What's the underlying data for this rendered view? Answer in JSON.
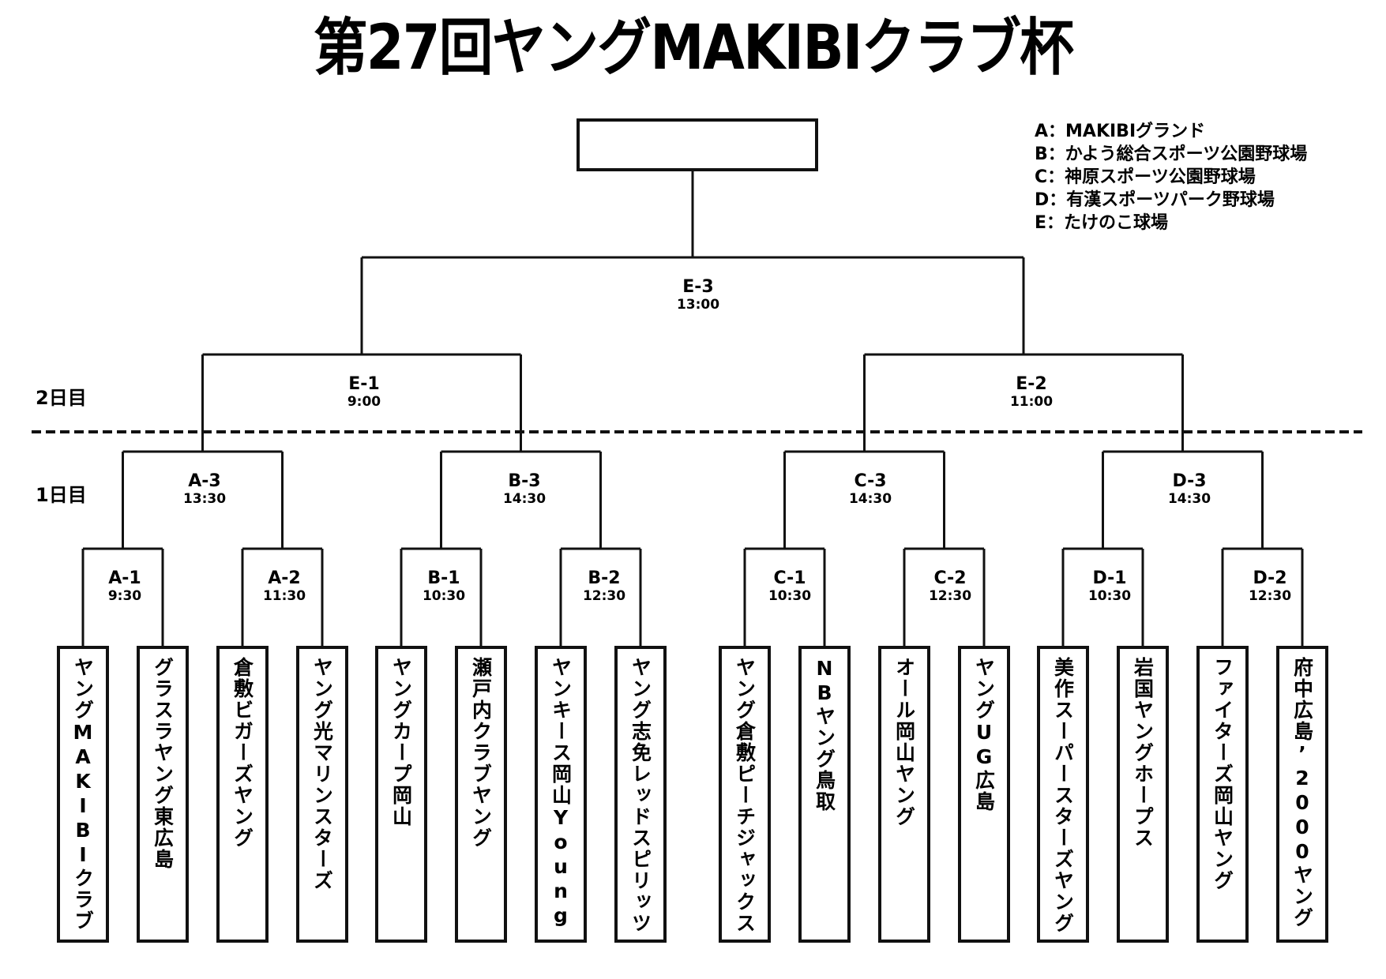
{
  "title": "第27回ヤングMAKIBIクラブ杯",
  "legend": [
    "A：MAKIBIグランド",
    "B：かよう総合スポーツ公園野球場",
    "C：神原スポーツ公園野球場",
    "D：有漢スポーツパーク野球場",
    "E：たけのこ球場"
  ],
  "days": {
    "day2": "2日目",
    "day1": "1日目"
  },
  "matches": {
    "final": {
      "code": "E-3",
      "time": "13:00"
    },
    "semis": [
      {
        "code": "E-1",
        "time": "9:00"
      },
      {
        "code": "E-2",
        "time": "11:00"
      }
    ],
    "quarters": [
      {
        "code": "A-3",
        "time": "13:30"
      },
      {
        "code": "B-3",
        "time": "14:30"
      },
      {
        "code": "C-3",
        "time": "14:30"
      },
      {
        "code": "D-3",
        "time": "14:30"
      }
    ],
    "first_round": [
      {
        "code": "A-1",
        "time": "9:30"
      },
      {
        "code": "A-2",
        "time": "11:30"
      },
      {
        "code": "B-1",
        "time": "10:30"
      },
      {
        "code": "B-2",
        "time": "12:30"
      },
      {
        "code": "C-1",
        "time": "10:30"
      },
      {
        "code": "C-2",
        "time": "12:30"
      },
      {
        "code": "D-1",
        "time": "10:30"
      },
      {
        "code": "D-2",
        "time": "12:30"
      }
    ]
  },
  "teams": [
    "ヤングMAKIBIクラブ",
    "グラスラヤング東広島",
    "倉敷ビガーズヤング",
    "ヤング光マリンスターズ",
    "ヤングカープ岡山",
    "瀬戸内クラブヤング",
    "ヤンキース岡山Young",
    "ヤング志免レッドスピリッツ",
    "ヤング倉敷ピーチジャックス",
    "NBヤング鳥取",
    "オール岡山ヤング",
    "ヤングUG広島",
    "美作スーパースターズヤング",
    "岩国ヤングホープス",
    "ファイターズ岡山ヤング",
    "府中広島’2000ヤング"
  ],
  "champion": ""
}
